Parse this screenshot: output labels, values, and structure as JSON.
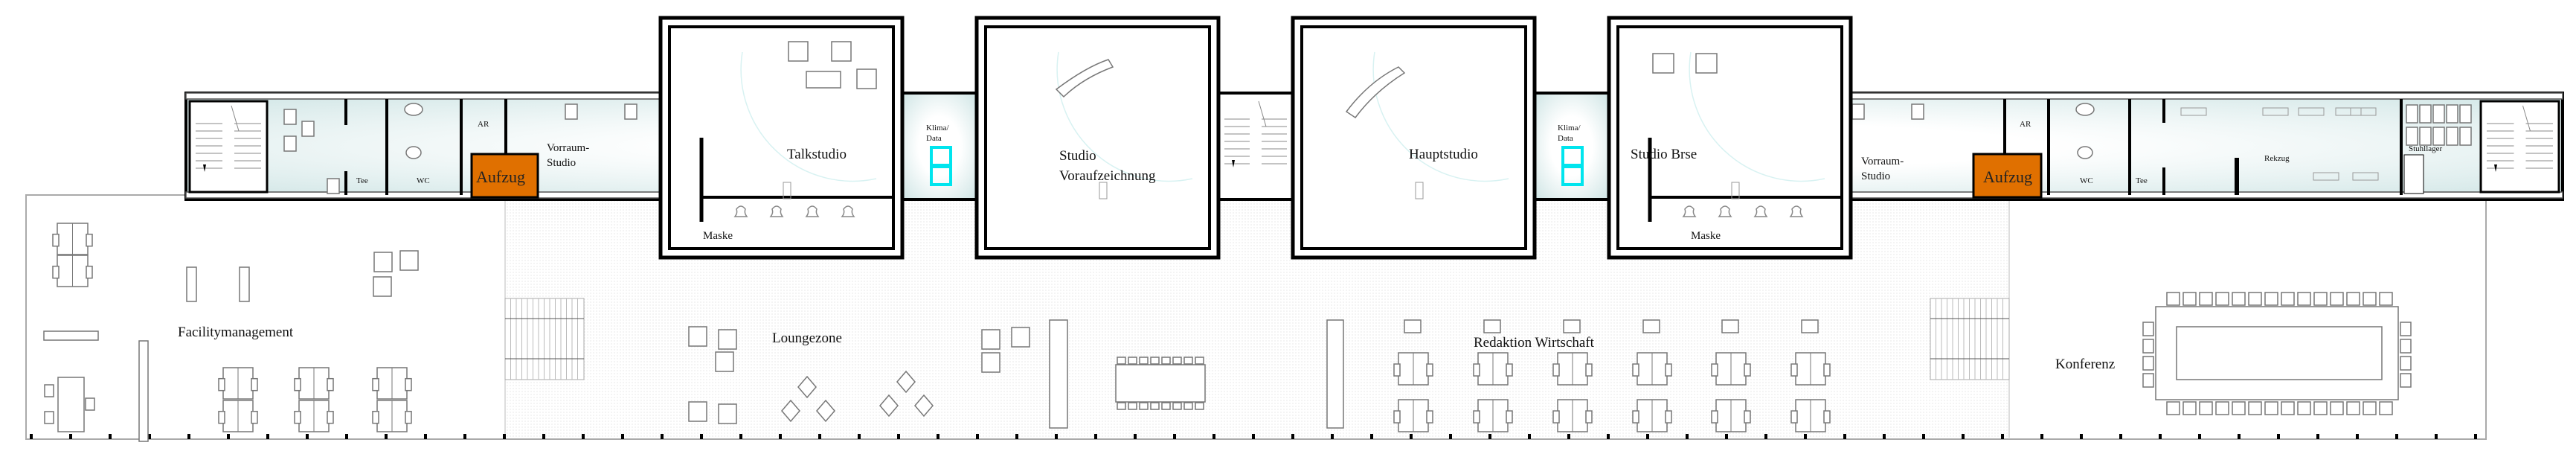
{
  "plan": {
    "colors": {
      "elevator": "#e07000",
      "server_rack": "#00e5ee",
      "room_tint": "#d6eaea",
      "walls": "#000000"
    },
    "rooms": {
      "talkstudio": "Talkstudio",
      "studio_voraufzeichnung_1": "Studio",
      "studio_voraufzeichnung_2": "Voraufzeichnung",
      "hauptstudio": "Hauptstudio",
      "studio_boerse": "Studio Brse",
      "maske_left": "Maske",
      "maske_right": "Maske",
      "klima_left_1": "Klima/",
      "klima_left_2": "Data",
      "klima_right_1": "Klima/",
      "klima_right_2": "Data",
      "facility": "Facilitymanagement",
      "lounge": "Loungezone",
      "redaktion": "Redaktion Wirtschaft",
      "konferenz": "Konferenz"
    },
    "service_left": {
      "ar": "AR",
      "vorraum_1": "Vorraum-",
      "vorraum_2": "Studio",
      "aufzug": "Aufzug",
      "wc": "WC",
      "tee": "Tee"
    },
    "service_right": {
      "ar": "AR",
      "vorraum_1": "Vorraum-",
      "vorraum_2": "Studio",
      "aufzug": "Aufzug",
      "wc": "WC",
      "tee": "Tee",
      "rekzug": "Rekzug",
      "stuhllager": "Stuhllager"
    }
  }
}
